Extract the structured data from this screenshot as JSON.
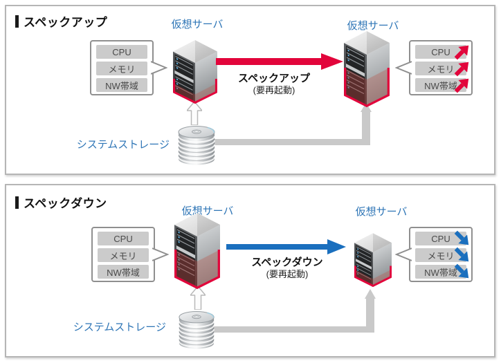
{
  "colors": {
    "spec_up_red": "#e2053b",
    "spec_down_blue": "#1a6fbe",
    "label_blue": "#2e75b6",
    "connector_gray": "#c9c9c9"
  },
  "panels": [
    {
      "title": "スペックアップ",
      "left_server_label": "仮想サーバ",
      "right_server_label": "仮想サーバ",
      "resources": [
        "CPU",
        "メモリ",
        "NW帯域"
      ],
      "arrow_label": "スペックアップ",
      "arrow_note": "(要再起動)",
      "storage_label": "システムストレージ",
      "trend": "up"
    },
    {
      "title": "スペックダウン",
      "left_server_label": "仮想サーバ",
      "right_server_label": "仮想サーバ",
      "resources": [
        "CPU",
        "メモリ",
        "NW帯域"
      ],
      "arrow_label": "スペックダウン",
      "arrow_note": "(要再起動)",
      "storage_label": "システムストレージ",
      "trend": "down"
    }
  ]
}
